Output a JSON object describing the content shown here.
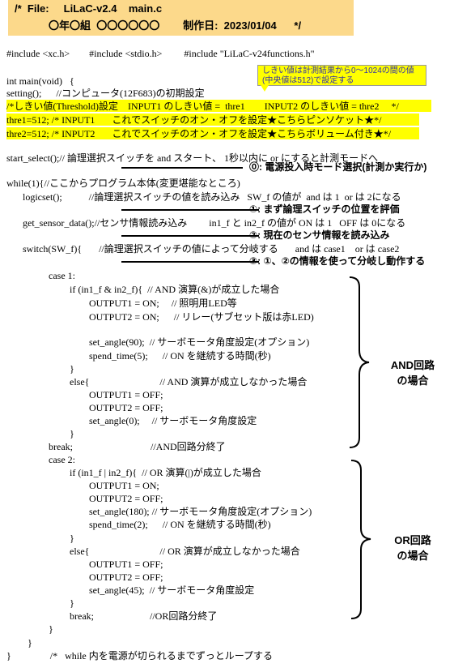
{
  "header": {
    "line1": "/*  File:     LiLaC-v2.4    main.c",
    "line2": "〇年〇組  〇〇〇〇〇〇        制作日:  2023/01/04      */"
  },
  "note": {
    "line1": "しきい値は計測結果から0～1024の間の値",
    "line2": "(中央値は512)で設定する"
  },
  "code": {
    "include": "#include <xc.h>        #include <stdio.h>         #include \"LiLaC-v24functions.h\"",
    "main": "int main(void)   {",
    "setting": "setting();      //コンピュータ(12F683)の初期設定",
    "threshold": "/*しきい値(Threshold)設定    INPUT1 のしきい値 =  thre1        INPUT2 のしきい値 = thre2     */",
    "thre1": "thre1=512; /* INPUT1       これでスイッチのオン・オフを設定★こちらピンソケット★*/",
    "thre2": "thre2=512; /* INPUT2       これでスイッチのオン・オフを設定★こちらボリューム付き★*/",
    "start_select": "start_select();// 論理選択スイッチを and スタート、 1秒以内に or にすると計測モードへ",
    "while": "while(1){//ここからプログラム本体(変更堪能なところ)",
    "logicset": "logicset();           //論理選択スイッチの値を読み込み   SW_f の値が  and は 1  or は 2になる",
    "get_sensor": "get_sensor_data();//センサ情報読み込み         in1_f と in2_f の値が ON は 1   OFF は 0になる",
    "switch": "switch(SW_f){       //論理選択スイッチの値によって分岐する       and は case1    or は case2",
    "case1": "case 1:",
    "if_and": "if (in1_f & in2_f){  // AND 演算(&)が成立した場合",
    "c1_out1_on": "OUTPUT1 = ON;     // 照明用LED等",
    "c1_out2_on": "OUTPUT2 = ON;      // リレー(サブセット版は赤LED)",
    "c1_set_angle90": "set_angle(90);  // サーボモータ角度設定(オプション)",
    "c1_spend5": "spend_time(5);      // ON を継続する時間(秒)",
    "close1": "}",
    "else1": "else{                             // AND 演算が成立しなかった場合",
    "c1_out1_off": "OUTPUT1 = OFF;",
    "c1_out2_off": "OUTPUT2 = OFF;",
    "c1_set_angle0": "set_angle(0);     // サーボモータ角度設定",
    "close2": "}",
    "break1": "break;                                //AND回路分終了",
    "case2": "case 2:",
    "if_or": "if (in1_f | in2_f){  // OR 演算(|)が成立した場合",
    "c2_out1_on": "OUTPUT1 = ON;",
    "c2_out2_off": "OUTPUT2 = OFF;",
    "c2_set_angle180": "set_angle(180); // サーボモータ角度設定(オプション)",
    "c2_spend2": "spend_time(2);      // ON を継続する時間(秒)",
    "close3": "}",
    "else2": "else{                             // OR 演算が成立しなかった場合",
    "c2_out1_off": "OUTPUT1 = OFF;",
    "c2_set_angle45": "set_angle(45);  // サーボモータ角度設定",
    "close4": "}",
    "break2": "break;                       //OR回路分終了",
    "close5": "}",
    "close6": "}",
    "end": "}                /*   while 内を電源が切られるまでずっとループする"
  },
  "steps": {
    "s0": "⓪: 電源投入時モード選択(計測か実行か)",
    "s1": "①: まず論理スイッチの位置を評価",
    "s2": "②: 現在のセンサ情報を読み込み",
    "s3": "③: ①、②の情報を使って分岐し動作する"
  },
  "labels": {
    "and_line1": "AND回路",
    "and_line2": "の場合",
    "or_line1": "OR回路",
    "or_line2": "の場合"
  },
  "colors": {
    "banner": "#fcd98b",
    "highlight": "#ffff00",
    "note_text": "#3333aa"
  }
}
